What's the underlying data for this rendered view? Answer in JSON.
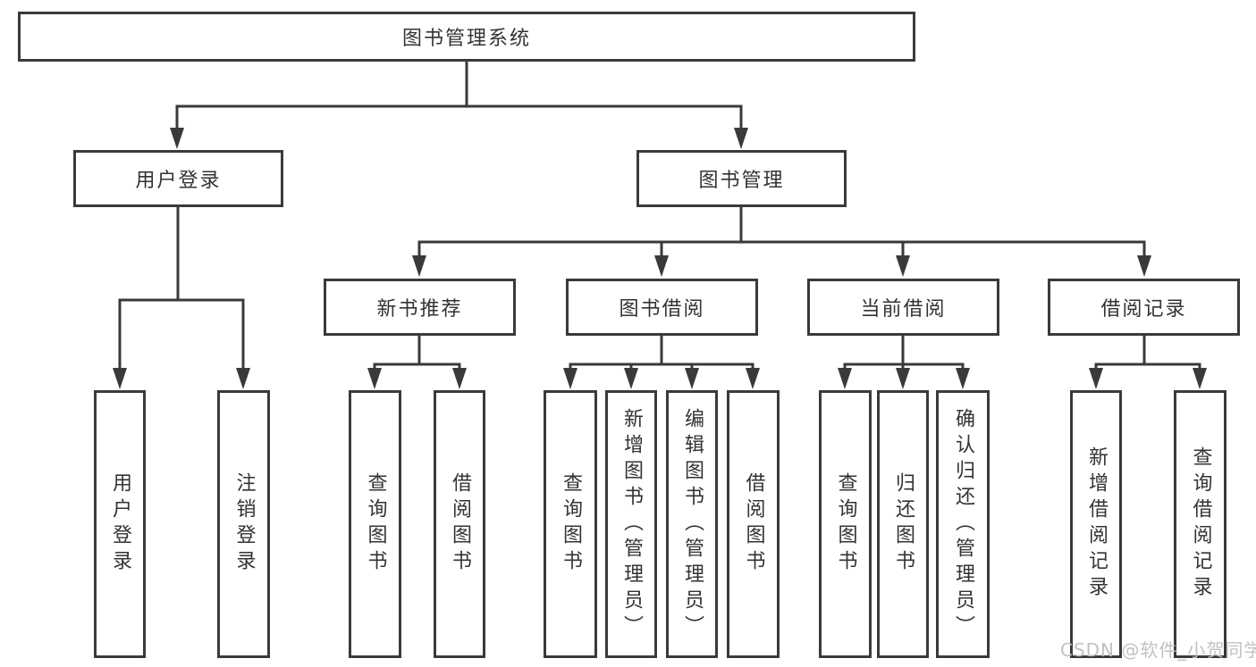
{
  "canvas": {
    "background": "#ffffff",
    "line_color": "#3a3a3a",
    "box_border_color": "#3a3a3a",
    "box_fill": "#ffffff",
    "text_color": "#333333"
  },
  "watermark": {
    "text": "CSDN @软件_小贺同学",
    "color": "#c2c2c2"
  },
  "tree": {
    "root": {
      "label": "图书管理系统"
    },
    "user": {
      "label": "用户登录",
      "children": [
        {
          "label": "用户登录"
        },
        {
          "label": "注销登录"
        }
      ]
    },
    "mgmt": {
      "label": "图书管理",
      "groups": [
        {
          "label": "新书推荐",
          "children": [
            {
              "label": "查询图书"
            },
            {
              "label": "借阅图书"
            }
          ]
        },
        {
          "label": "图书借阅",
          "children": [
            {
              "label": "查询图书"
            },
            {
              "label": "新增图书（管理员）"
            },
            {
              "label": "编辑图书（管理员）"
            },
            {
              "label": "借阅图书"
            }
          ]
        },
        {
          "label": "当前借阅",
          "children": [
            {
              "label": "查询图书"
            },
            {
              "label": "归还图书"
            },
            {
              "label": "确认归还（管理员）"
            }
          ]
        },
        {
          "label": "借阅记录",
          "children": [
            {
              "label": "新增借阅记录"
            },
            {
              "label": "查询借阅记录"
            }
          ]
        }
      ]
    }
  }
}
